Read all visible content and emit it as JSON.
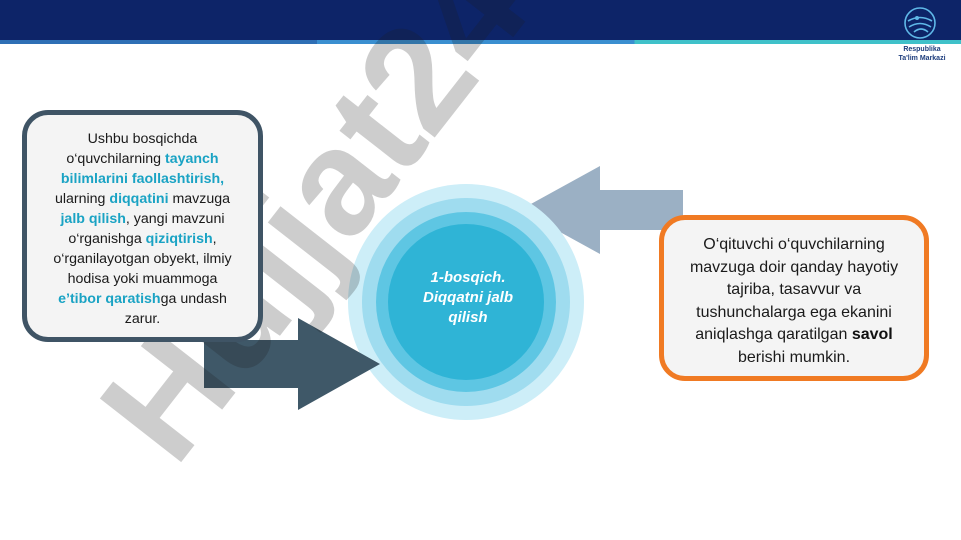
{
  "header": {
    "org_name_line1": "Respublika",
    "org_name_line2": "Ta'lim Markazi"
  },
  "watermark": {
    "text": "Hujjat24"
  },
  "left_box": {
    "t1": "Ushbu bosqichda o‘quvchilarning ",
    "h1": "tayanch bilimlarini faollashtirish,",
    "t2": " ularning ",
    "h2": "diqqatini",
    "t3": " mavzuga ",
    "h3": "jalb qilish",
    "t4": ", yangi mavzuni o‘rganishga ",
    "h4": "qiziqtirish",
    "t5": ", o‘rganilayotgan obyekt, ilmiy hodisa yoki muammoga ",
    "h5": "e’tibor qaratish",
    "t6": "ga undash zarur."
  },
  "center": {
    "line1": "1-bosqich.",
    "line2": "Diqqatni jalb",
    "line3": "qilish"
  },
  "right_box": {
    "t1": "O‘qituvchi o‘quvchilarning mavzuga doir qanday hayotiy tajriba, tasavvur va tushunchalarga ega ekanini aniqlashga qaratilgan ",
    "b1": "savol",
    "t2": " berishi mumkin."
  },
  "colors": {
    "header": "#0d2468",
    "highlight": "#1aa3c4",
    "left_border": "#3f5465",
    "right_border": "#f07a23",
    "circle": "#2fb4d6"
  }
}
